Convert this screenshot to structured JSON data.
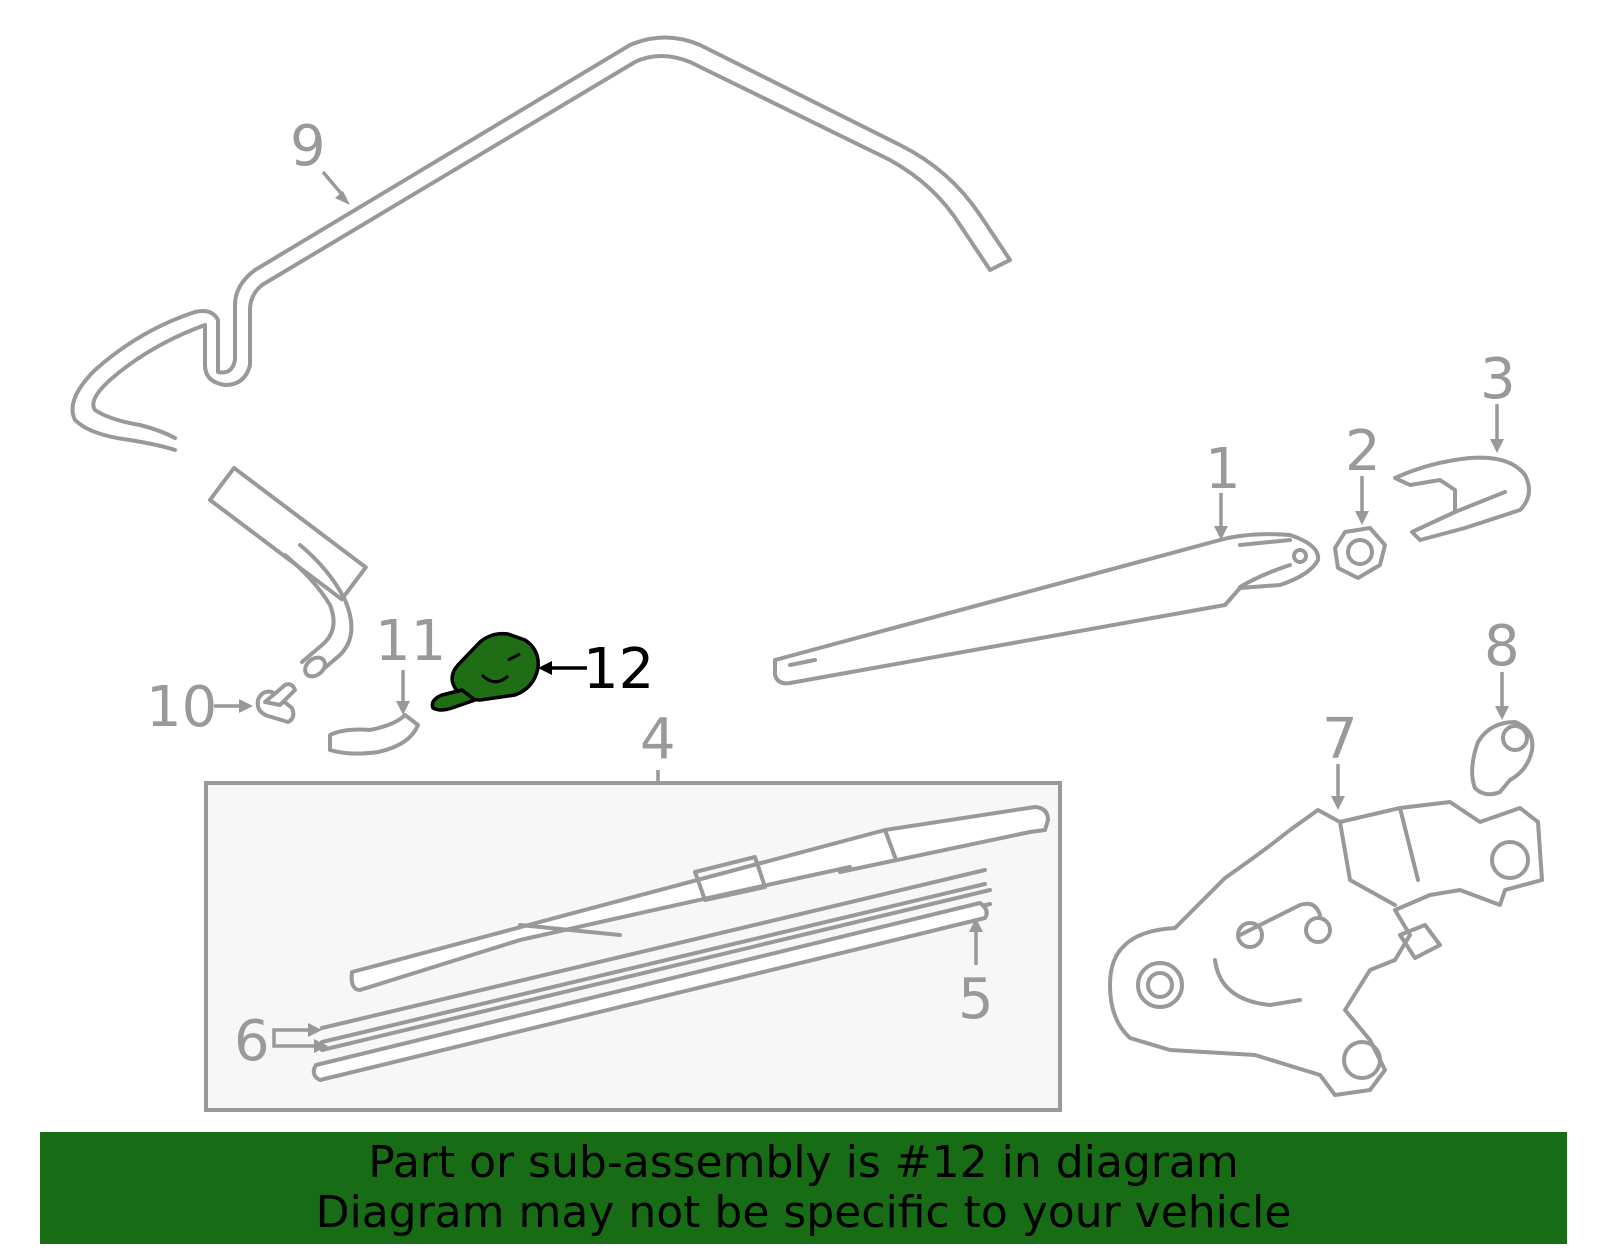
{
  "colors": {
    "line": "#999999",
    "highlight_fill": "#1f6d14",
    "banner_bg": "#176c15",
    "box_bg": "#f7f7f7"
  },
  "callouts": {
    "c1": "1",
    "c2": "2",
    "c3": "3",
    "c4": "4",
    "c5": "5",
    "c6": "6",
    "c7": "7",
    "c8": "8",
    "c9": "9",
    "c10": "10",
    "c11": "11",
    "c12": "12"
  },
  "highlighted_part": "12",
  "banner": {
    "line1": "Part or sub-assembly is #12 in diagram",
    "line2": "Diagram may not be specific to your vehicle"
  }
}
